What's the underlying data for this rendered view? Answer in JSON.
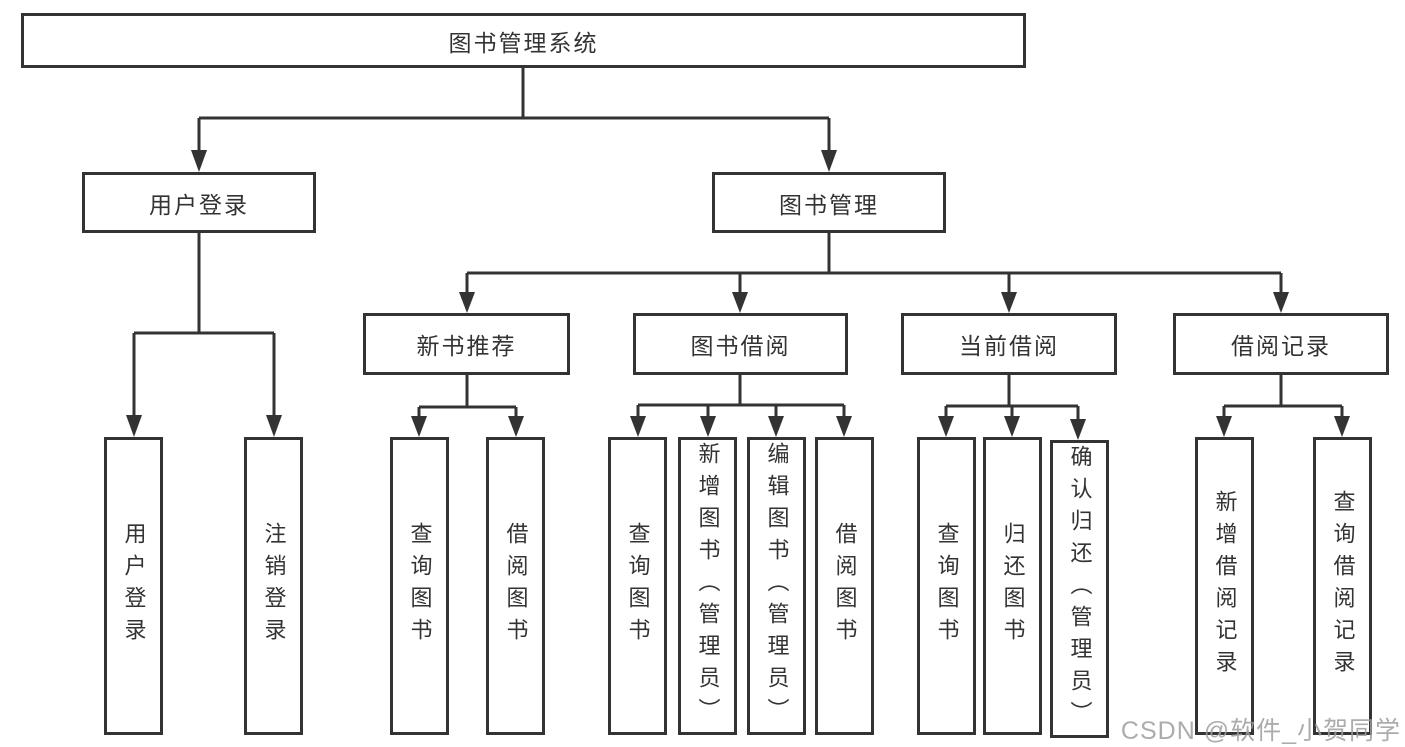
{
  "colors": {
    "line": "#333333",
    "text": "#333333",
    "box_bg": "#ffffff",
    "watermark": "#9e9e9e"
  },
  "root": {
    "label": "图书管理系统"
  },
  "level2": [
    {
      "label": "用户登录",
      "children": [
        {
          "label": "用户登录"
        },
        {
          "label": "注销登录"
        }
      ]
    },
    {
      "label": "图书管理",
      "children": [
        {
          "label": "新书推荐",
          "children": [
            {
              "label": "查询图书"
            },
            {
              "label": "借阅图书"
            }
          ]
        },
        {
          "label": "图书借阅",
          "children": [
            {
              "label": "查询图书"
            },
            {
              "label": "新增图书（管理员）"
            },
            {
              "label": "编辑图书（管理员）"
            },
            {
              "label": "借阅图书"
            }
          ]
        },
        {
          "label": "当前借阅",
          "children": [
            {
              "label": "查询图书"
            },
            {
              "label": "归还图书"
            },
            {
              "label": "确认归还（管理员）"
            }
          ]
        },
        {
          "label": "借阅记录",
          "children": [
            {
              "label": "新增借阅记录"
            },
            {
              "label": "查询借阅记录"
            }
          ]
        }
      ]
    }
  ],
  "watermark": "CSDN @软件_小贺同学"
}
